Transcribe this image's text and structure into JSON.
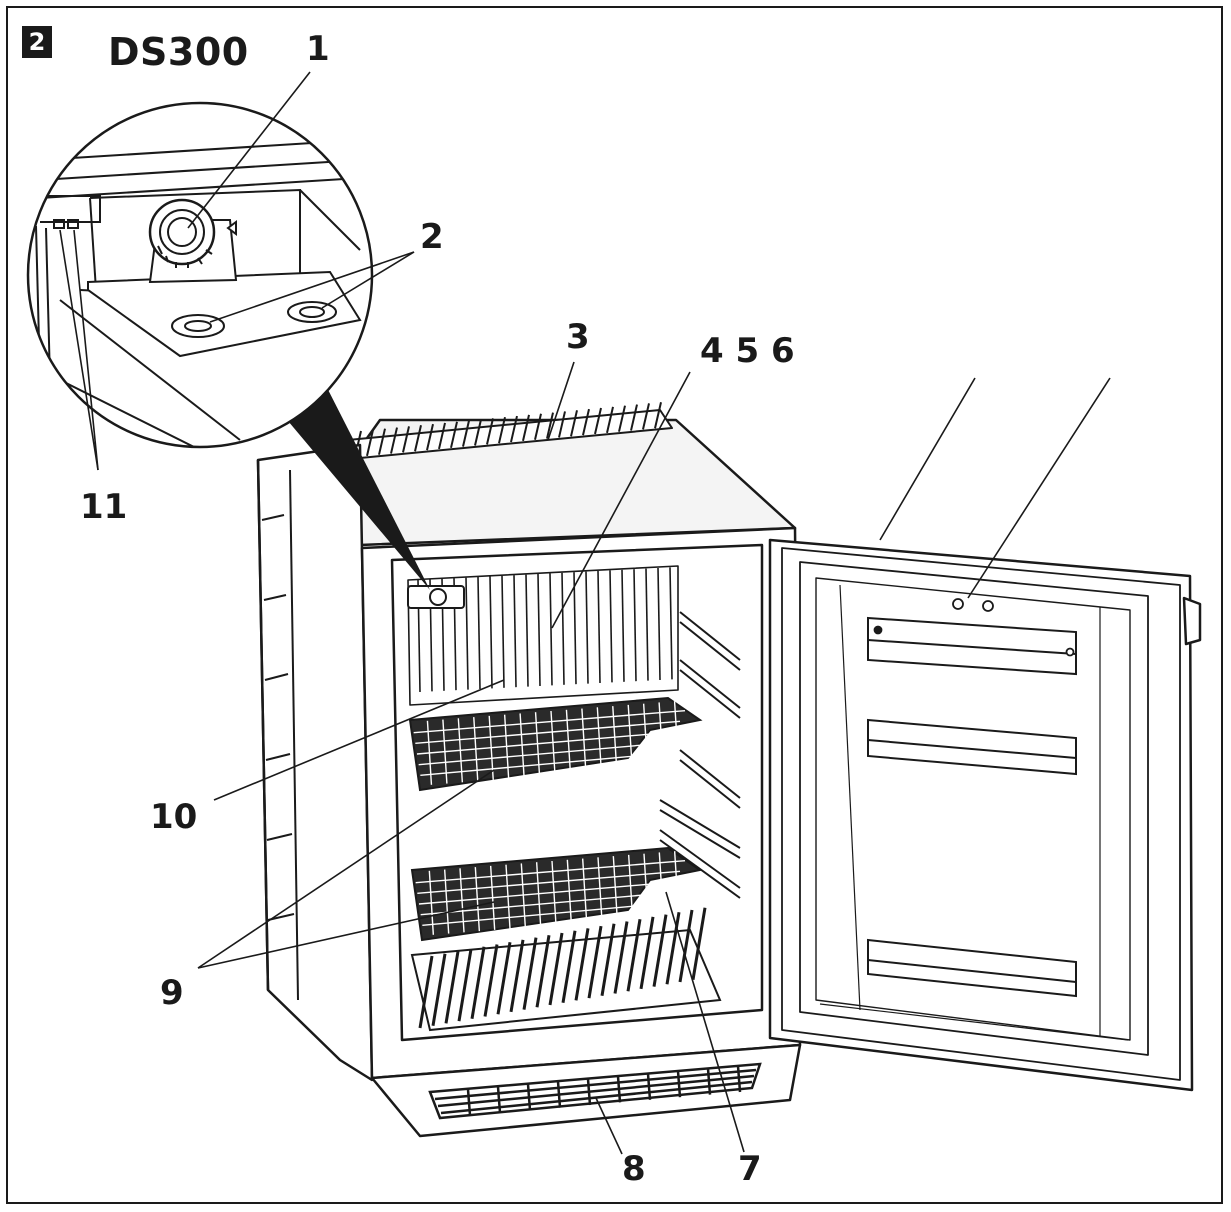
{
  "figure": {
    "number": "2",
    "model": "DS300"
  },
  "callouts": [
    {
      "id": "1",
      "label": "1"
    },
    {
      "id": "2",
      "label": "2"
    },
    {
      "id": "3",
      "label": "3"
    },
    {
      "id": "456",
      "label": "4 5 6"
    },
    {
      "id": "7",
      "label": "7"
    },
    {
      "id": "8",
      "label": "8"
    },
    {
      "id": "9",
      "label": "9"
    },
    {
      "id": "10",
      "label": "10"
    },
    {
      "id": "11",
      "label": "11"
    }
  ],
  "colors": {
    "ink": "#1a1a1a",
    "paper": "#ffffff",
    "shade": "#e8e8e8"
  }
}
